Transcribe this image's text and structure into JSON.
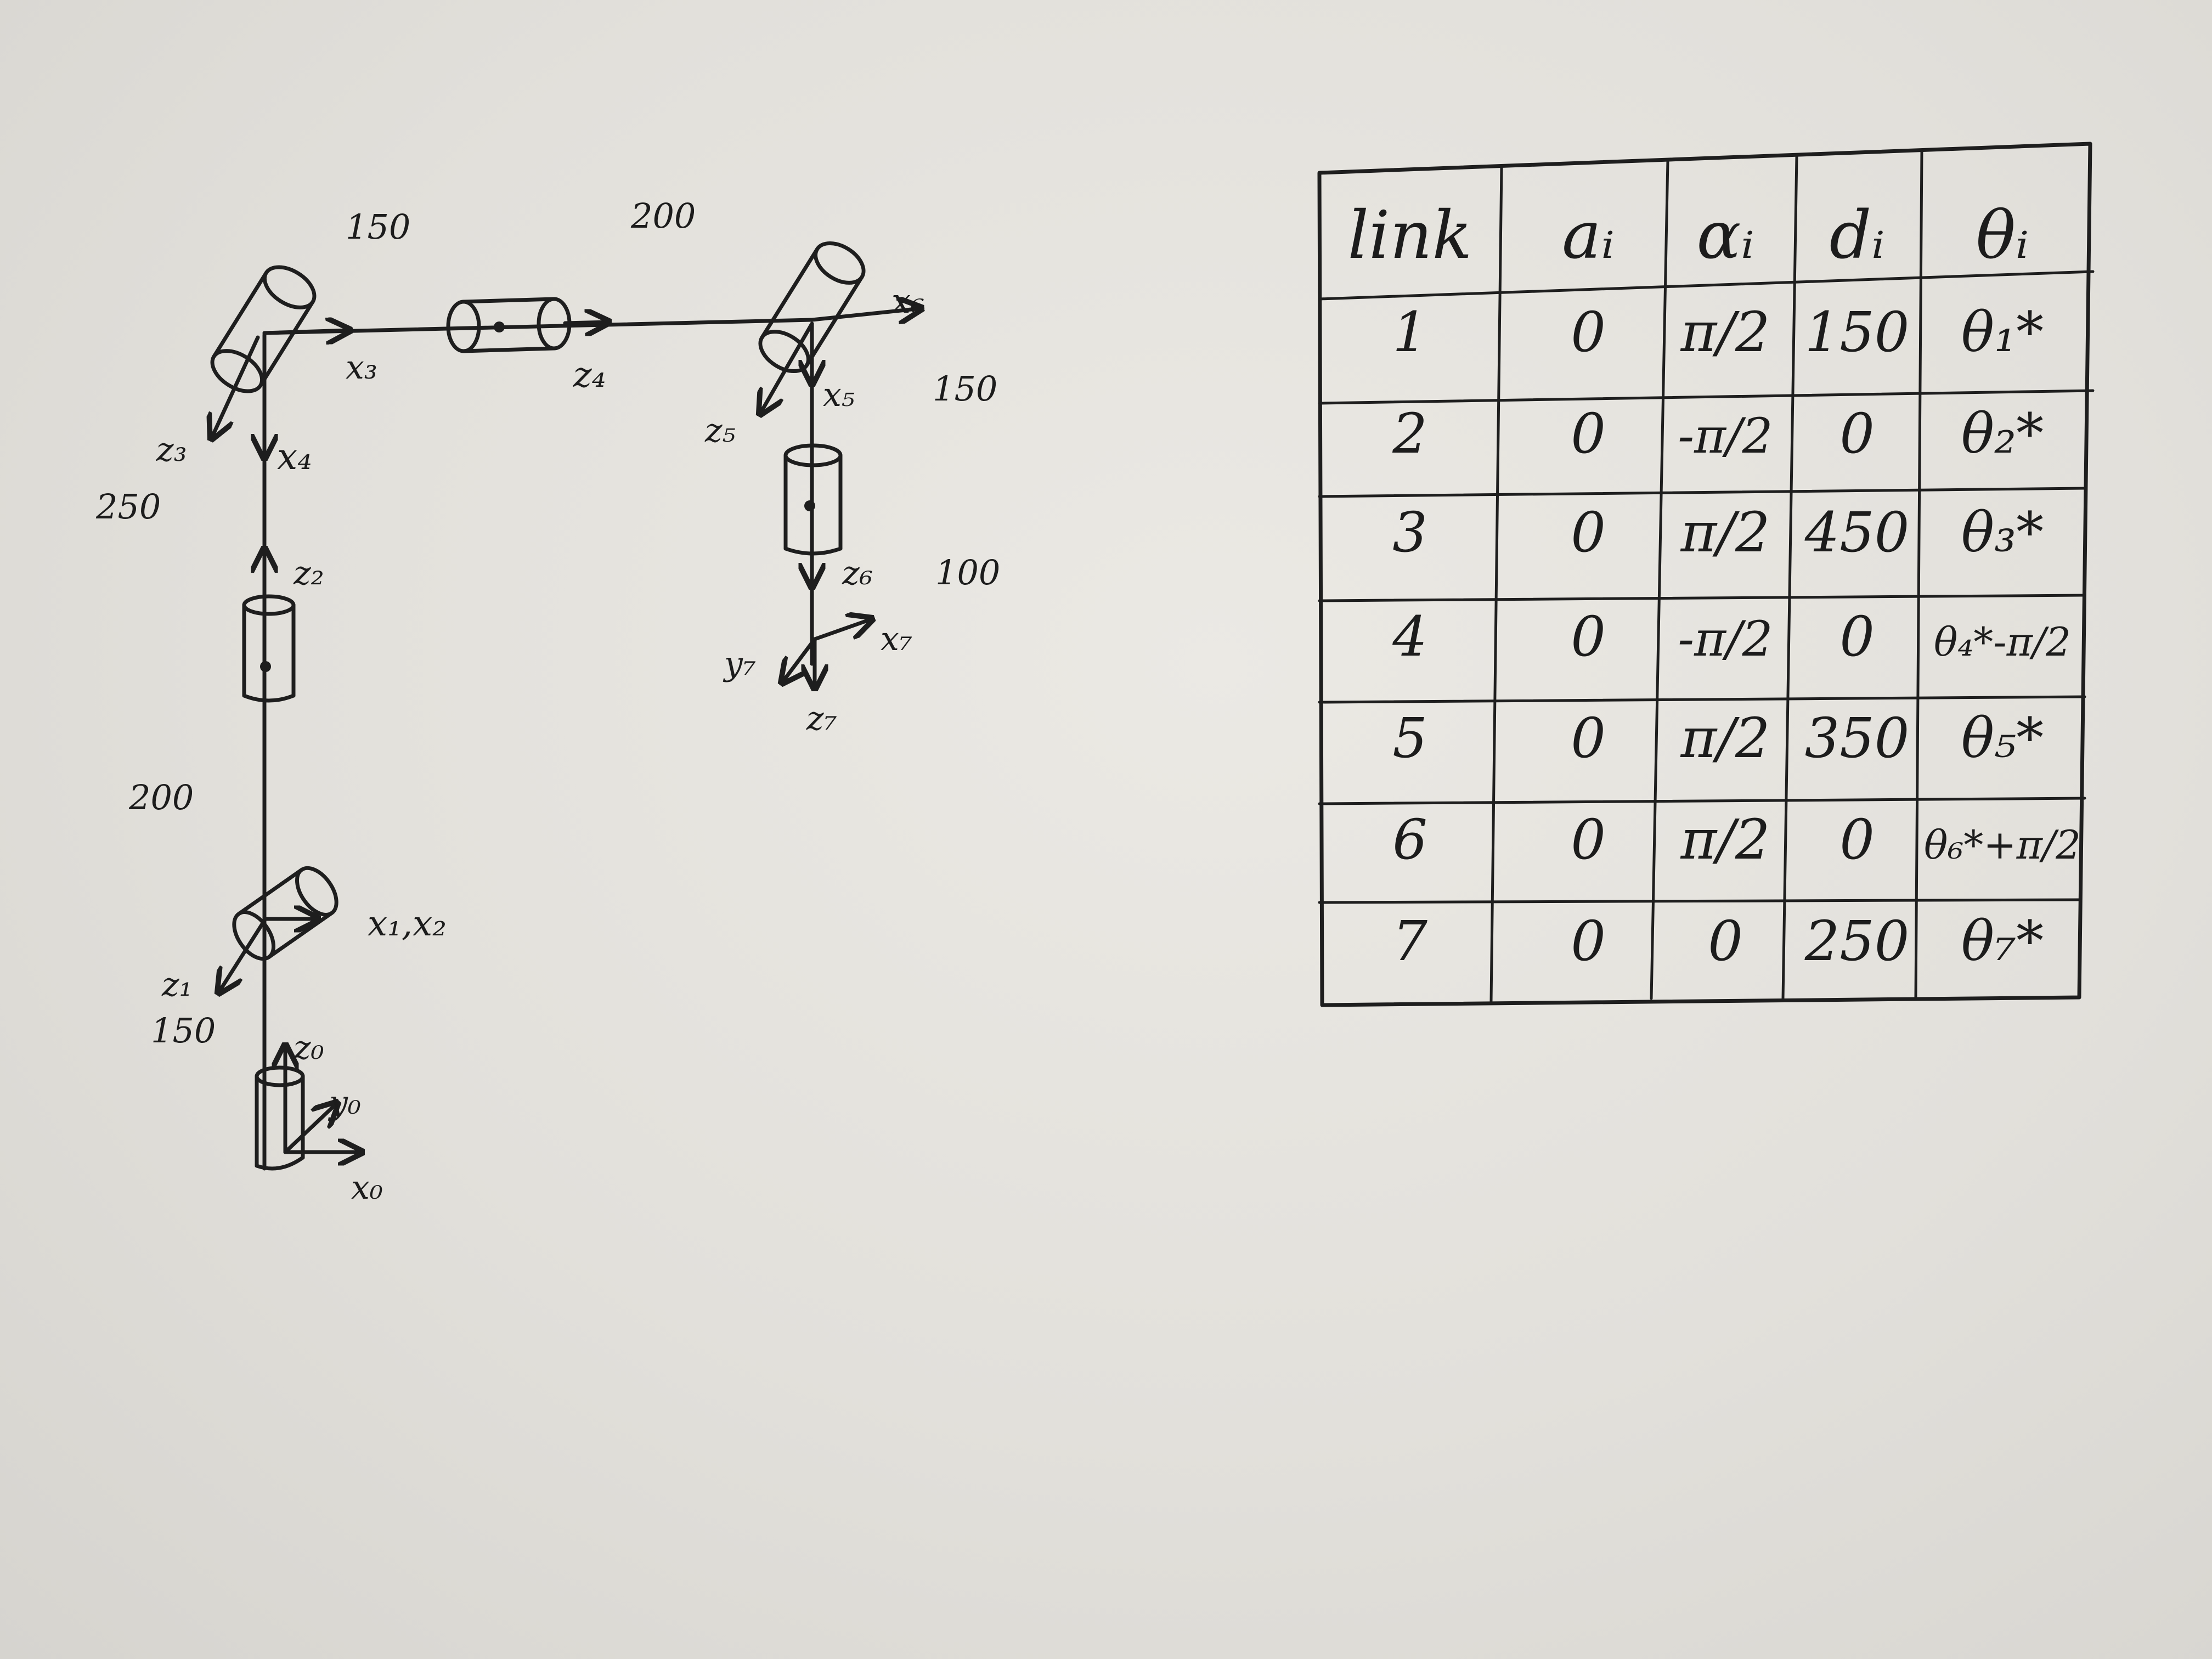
{
  "diagram": {
    "dimensions": {
      "d1": "150",
      "d2": "200",
      "d3": "250",
      "d4": "150",
      "d5": "200",
      "d6": "150",
      "d7": "100"
    },
    "frames": {
      "x0": "x₀",
      "y0": "y₀",
      "z0": "z₀",
      "z1": "z₁",
      "x12": "x₁,x₂",
      "z2": "z₂",
      "z3": "z₃",
      "x3": "x₃",
      "x4": "x₄",
      "z4": "z₄",
      "z5": "z₅",
      "x5": "x₅",
      "x6": "x₆",
      "z6": "z₆",
      "x7": "x₇",
      "y7": "y₇",
      "z7": "z₇"
    }
  },
  "dh_table": {
    "headers": [
      "link",
      "aᵢ",
      "αᵢ",
      "dᵢ",
      "θᵢ"
    ],
    "rows": [
      [
        "1",
        "0",
        "π/2",
        "150",
        "θ₁*"
      ],
      [
        "2",
        "0",
        "-π/2",
        "0",
        "θ₂*"
      ],
      [
        "3",
        "0",
        "π/2",
        "450",
        "θ₃*"
      ],
      [
        "4",
        "0",
        "-π/2",
        "0",
        "θ₄*-π/2"
      ],
      [
        "5",
        "0",
        "π/2",
        "350",
        "θ₅*"
      ],
      [
        "6",
        "0",
        "π/2",
        "0",
        "θ₆*+π/2"
      ],
      [
        "7",
        "0",
        "0",
        "250",
        "θ₇*"
      ]
    ]
  }
}
